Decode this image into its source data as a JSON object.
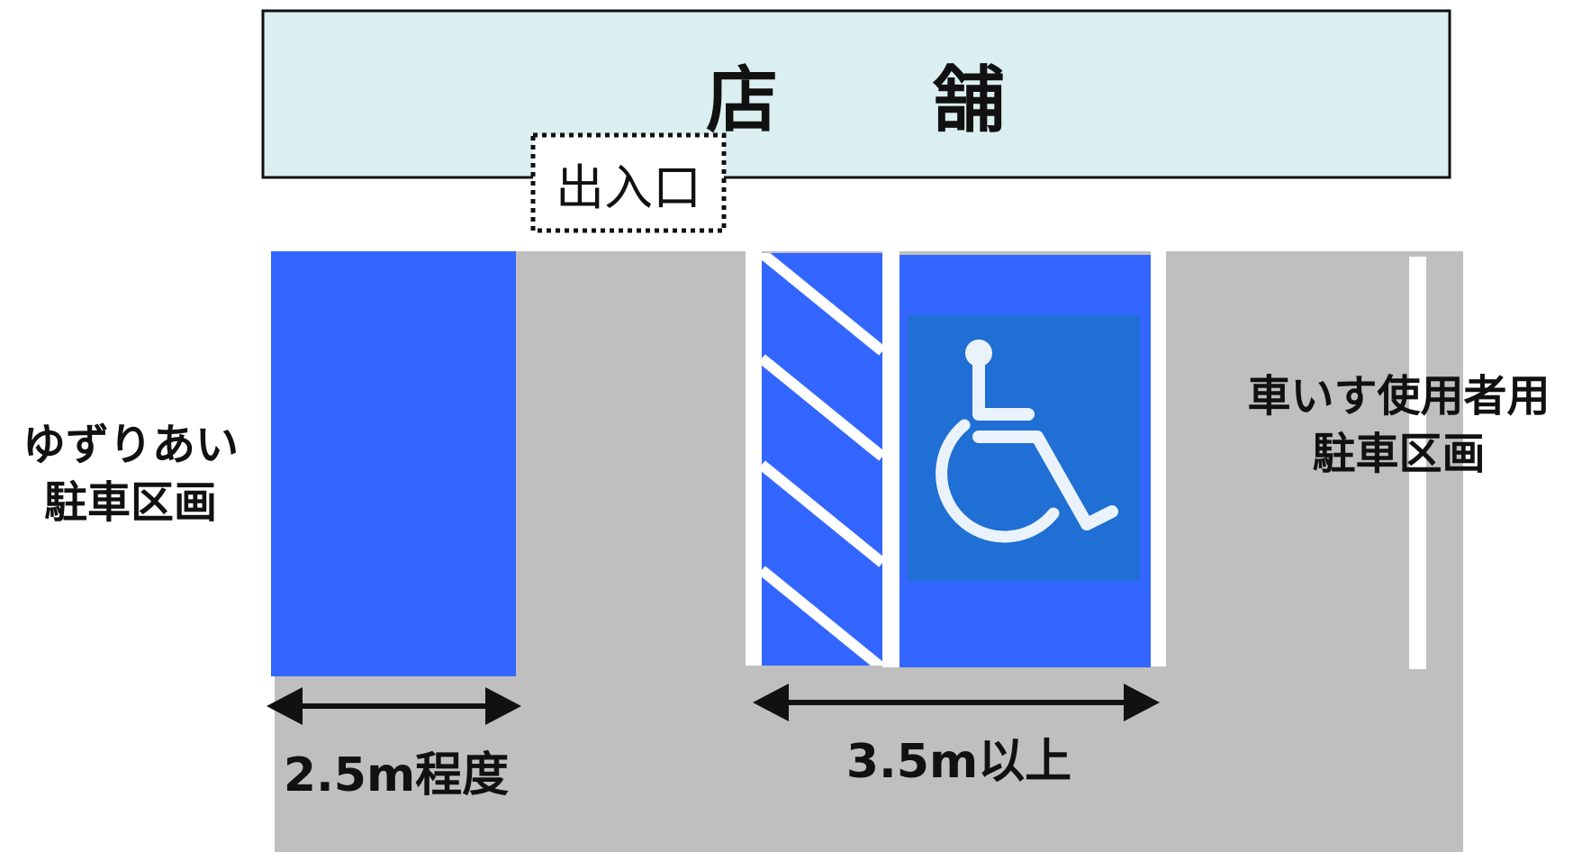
{
  "store": {
    "title_left": "店",
    "title_right": "舗"
  },
  "entrance": {
    "label": "出入口"
  },
  "left_space": {
    "label_line1": "ゆずりあい",
    "label_line2": "駐車区画",
    "width_label": "2.5m程度"
  },
  "right_space": {
    "label_line1": "車いす使用者用",
    "label_line2": "駐車区画",
    "width_label": "3.5m以上"
  },
  "colors": {
    "store_fill": "#dbeef0",
    "lot_gray": "#bfbfbf",
    "space_blue": "#3366ff",
    "sign_blue": "#1f6fd4",
    "line_white": "#ffffff",
    "arrow_black": "#111111"
  },
  "icons": {
    "accessibility": "wheelchair-icon"
  }
}
